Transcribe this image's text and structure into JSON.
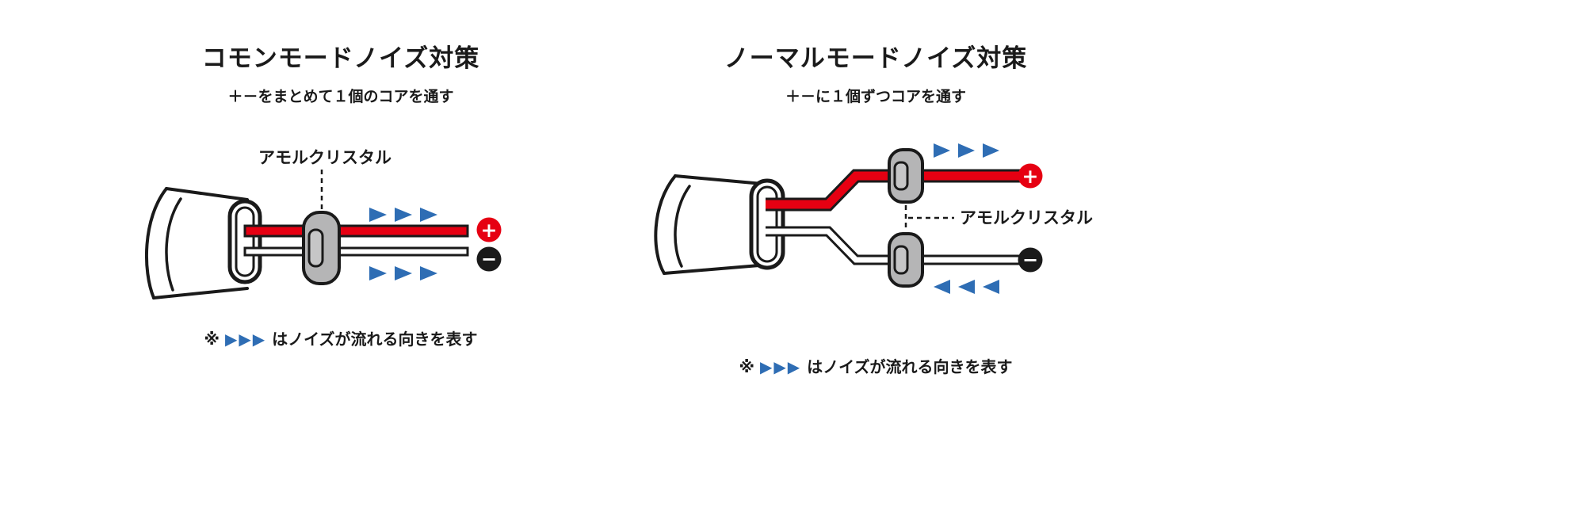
{
  "colors": {
    "red": "#e60012",
    "blue": "#2e6db4",
    "gray": "#b5b5b6",
    "dark": "#1a1a1a",
    "white": "#ffffff"
  },
  "left": {
    "title": "コモンモードノイズ対策",
    "subtitle": "＋－をまとめて１個のコアを通す",
    "core_label": "アモルクリスタル",
    "plus": "+",
    "minus": "−",
    "note_prefix": "※",
    "note_arrows": "▶▶▶",
    "note_suffix": "はノイズが流れる向きを表す"
  },
  "right": {
    "title": "ノーマルモードノイズ対策",
    "subtitle": "＋－に１個ずつコアを通す",
    "core_label": "アモルクリスタル",
    "plus": "+",
    "minus": "−",
    "note_prefix": "※",
    "note_arrows": "▶▶▶",
    "note_suffix": "はノイズが流れる向きを表す"
  }
}
